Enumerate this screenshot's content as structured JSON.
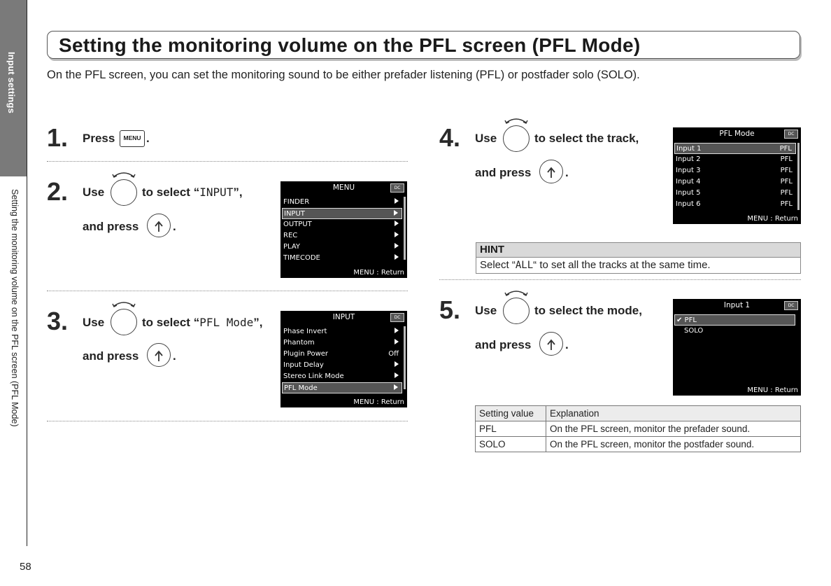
{
  "side": {
    "tab": "Input settings",
    "subtitle": "Setting the monitoring volume on the PFL screen (PFL Mode)"
  },
  "page_number": "58",
  "title": "Setting the monitoring volume on the PFL screen (PFL Mode)",
  "intro": "On the PFL screen, you can set the monitoring sound to be either prefader listening (PFL) or postfader solo (SOLO).",
  "steps": {
    "s1": {
      "num": "1.",
      "press": "Press",
      "key": "MENU",
      "end": "."
    },
    "s2": {
      "num": "2.",
      "use": "Use",
      "select": "to select “",
      "target": "INPUT",
      "close": "”,",
      "and_press": "and press",
      "end": "."
    },
    "s3": {
      "num": "3.",
      "use": "Use",
      "select": "to select “",
      "target": "PFL Mode",
      "close": "”,",
      "and_press": "and press",
      "end": "."
    },
    "s4": {
      "num": "4.",
      "use": "Use",
      "select": "to select the track,",
      "and_press": "and press",
      "end": "."
    },
    "s5": {
      "num": "5.",
      "use": "Use",
      "select": "to select the mode,",
      "and_press": "and press",
      "end": "."
    }
  },
  "screens": {
    "menu": {
      "header": "MENU",
      "batt": "DC",
      "items": [
        "FINDER",
        "INPUT",
        "OUTPUT",
        "REC",
        "PLAY",
        "TIMECODE"
      ],
      "footer": "MENU : Return"
    },
    "input": {
      "header": "INPUT",
      "batt": "DC",
      "items": [
        "Phase Invert",
        "Phantom",
        "Plugin Power",
        "Input Delay",
        "Stereo Link Mode",
        "PFL Mode"
      ],
      "plugin_value": "Off",
      "footer": "MENU : Return"
    },
    "pfl": {
      "header": "PFL Mode",
      "batt": "DC",
      "items": [
        "Input 1",
        "Input 2",
        "Input 3",
        "Input 4",
        "Input 5",
        "Input 6"
      ],
      "value": "PFL",
      "footer": "MENU : Return"
    },
    "input1": {
      "header": "Input 1",
      "batt": "DC",
      "options": [
        "✔ PFL",
        "SOLO"
      ],
      "footer": "MENU : Return"
    }
  },
  "hint": {
    "label": "HINT",
    "pre": "Select “",
    "code": "ALL",
    "post": "“ to set all the tracks at the same time."
  },
  "table": {
    "headers": [
      "Setting value",
      "Explanation"
    ],
    "rows": [
      [
        "PFL",
        "On the PFL screen, monitor the prefader sound."
      ],
      [
        "SOLO",
        "On the PFL screen, monitor the postfader sound."
      ]
    ]
  }
}
